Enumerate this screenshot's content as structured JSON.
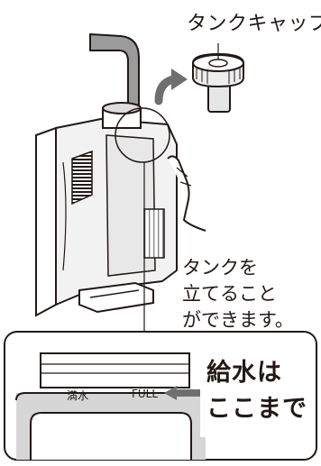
{
  "labels": {
    "tank_cap": "タンクキャップ",
    "stand_note": [
      "タンクを",
      "立てること",
      "ができます。"
    ],
    "fill_to": [
      "給水は",
      "ここまで"
    ],
    "water_level_jp": "満水",
    "water_level_en": "FULL"
  },
  "icons": {
    "faucet": "faucet-pipe-icon",
    "cap": "tank-cap-icon",
    "arrow": "curved-arrow-icon",
    "hand": "hand-icon",
    "tank": "water-tank-icon",
    "full_arrow": "left-arrow-icon"
  },
  "colors": {
    "line": "#231815",
    "tank_body": "#f2f2f2",
    "shadow": "#9b9b9b",
    "water": "#d6d6d6",
    "arrow": "#6f6f6f"
  }
}
